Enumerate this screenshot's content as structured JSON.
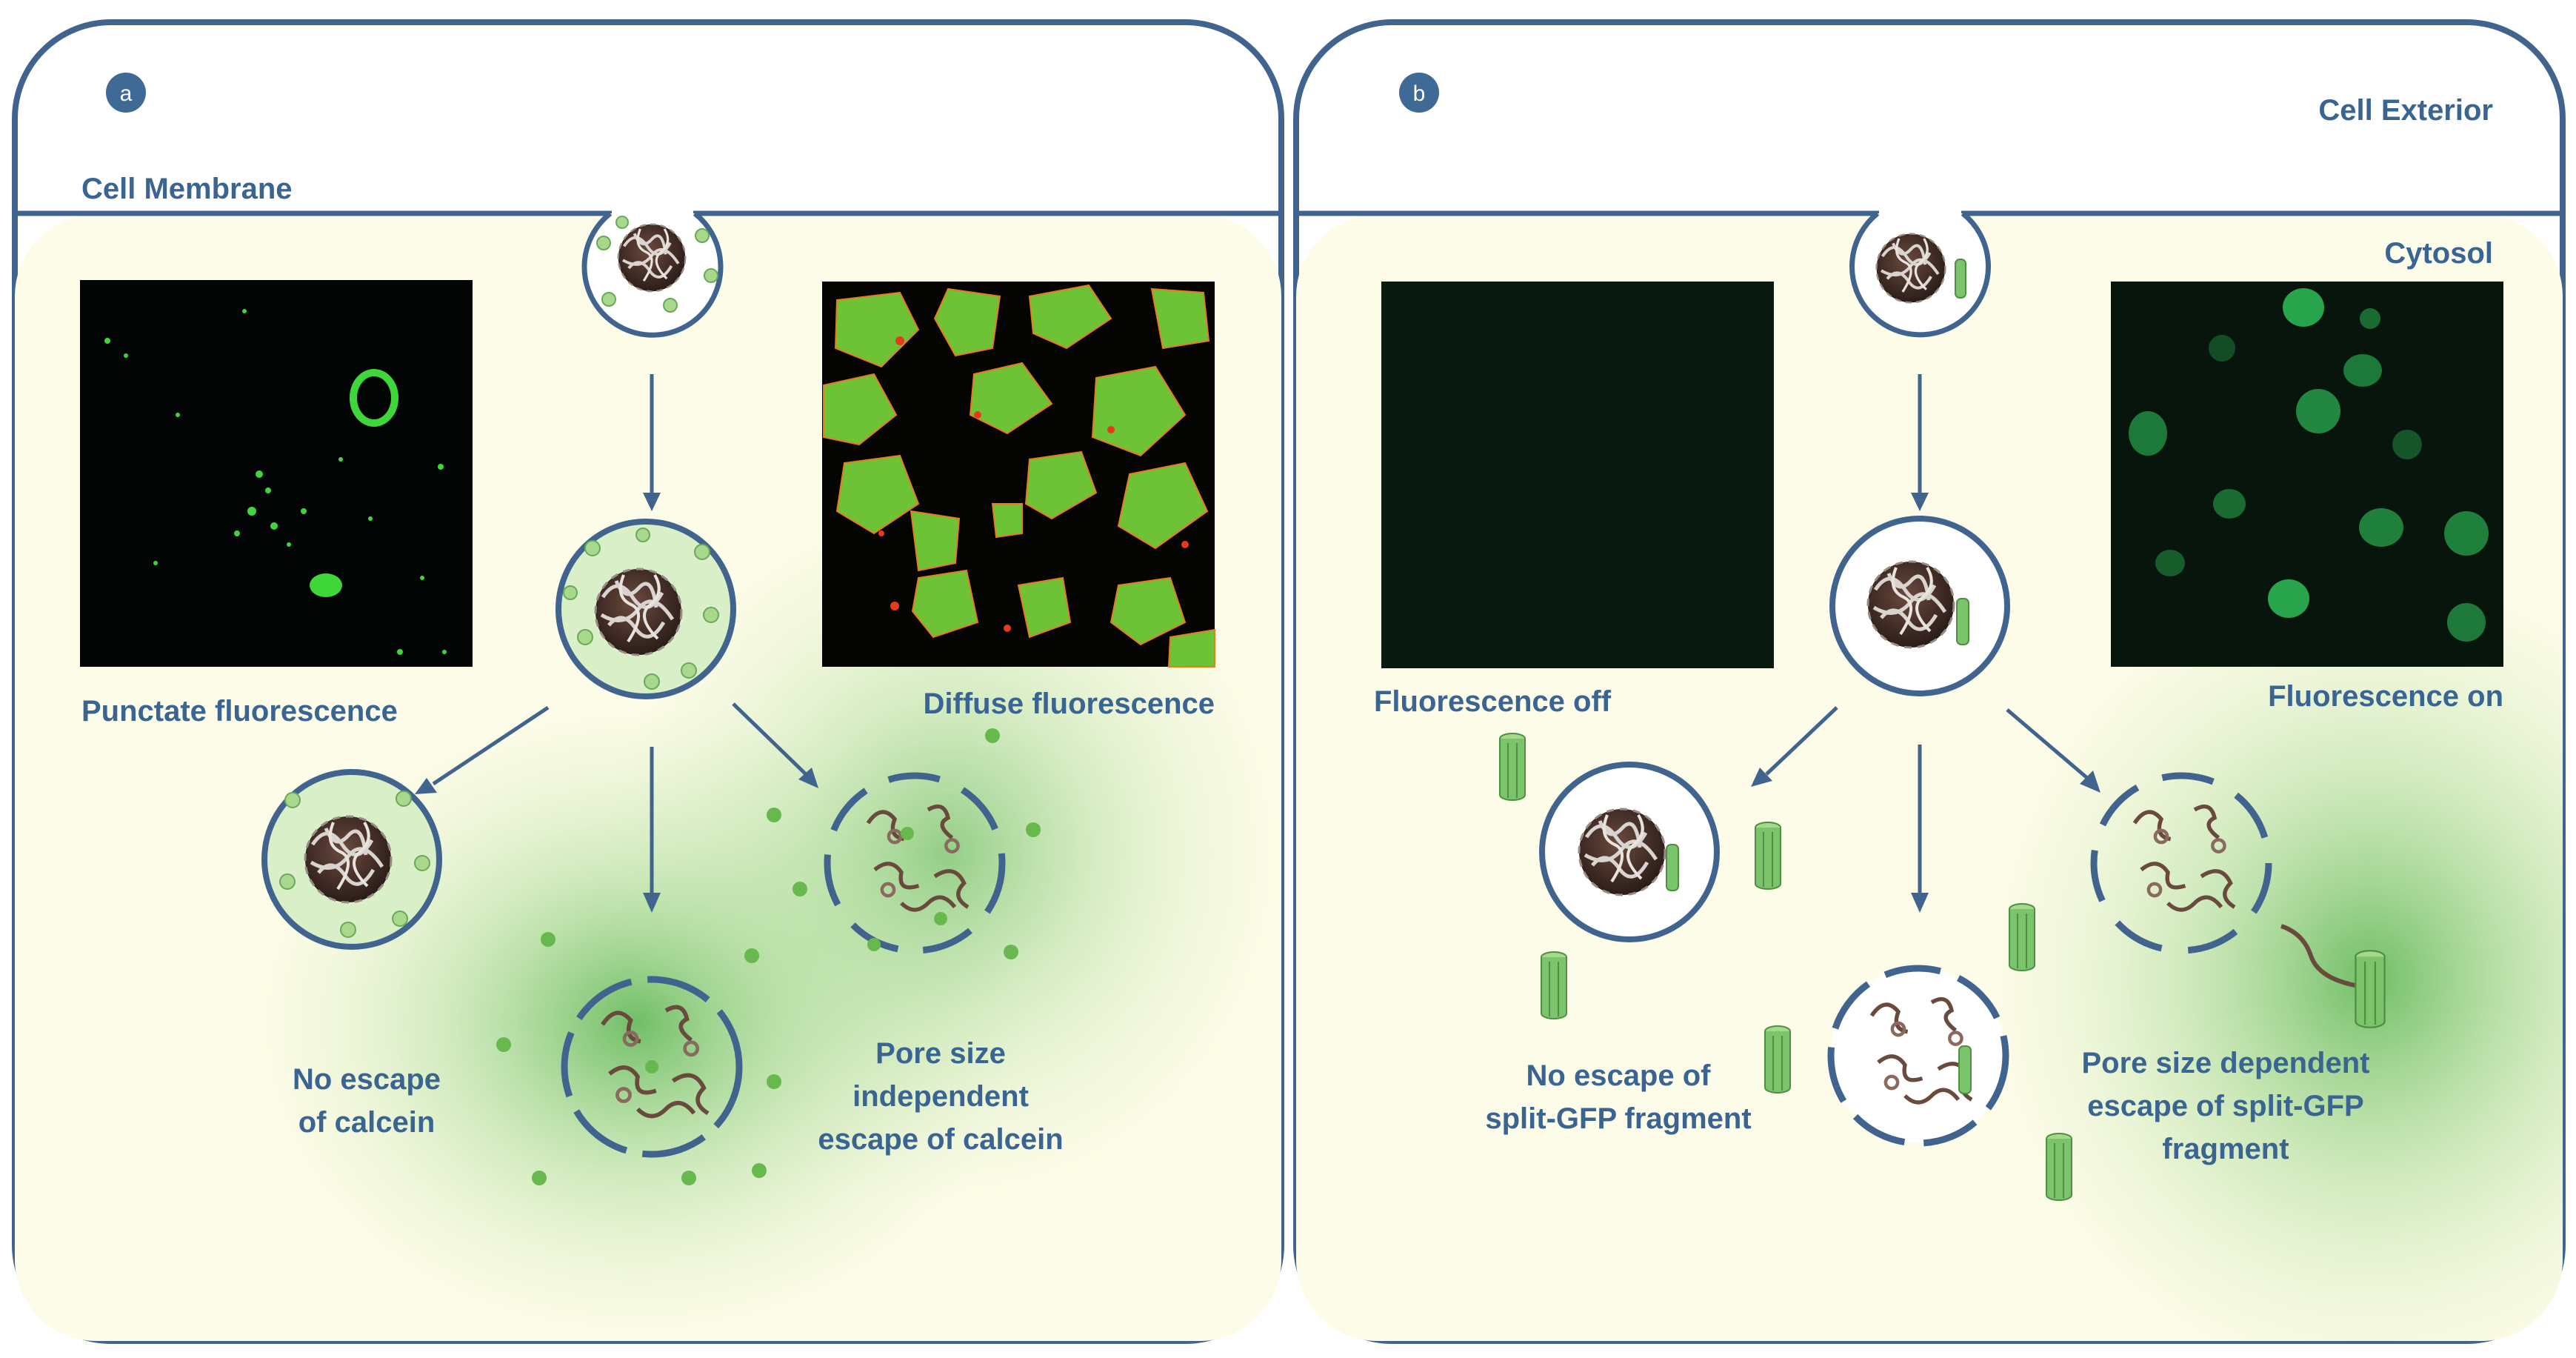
{
  "panel_a": {
    "badge": "a",
    "membrane_label": "Cell Membrane",
    "punctate_label": "Punctate fluorescence",
    "diffuse_label": "Diffuse fluorescence",
    "no_escape_line1": "No escape",
    "no_escape_line2": "of calcein",
    "pore_line1": "Pore size",
    "pore_line2": "independent",
    "pore_line3": "escape of calcein"
  },
  "panel_b": {
    "badge": "b",
    "exterior_label": "Cell Exterior",
    "cytosol_label": "Cytosol",
    "off_label": "Fluorescence off",
    "on_label": "Fluorescence on",
    "no_escape_line1": "No escape of",
    "no_escape_line2": "split-GFP fragment",
    "pore_line1": "Pore size dependent",
    "pore_line2": "escape of split-GFP",
    "pore_line3": "fragment"
  },
  "colors": {
    "outline": "#41648f",
    "label": "#3a6592",
    "cytosol": "#fdfce8",
    "gfp": "#4cb848",
    "calcein": "#8dc97a",
    "core": "#3a2a24"
  }
}
